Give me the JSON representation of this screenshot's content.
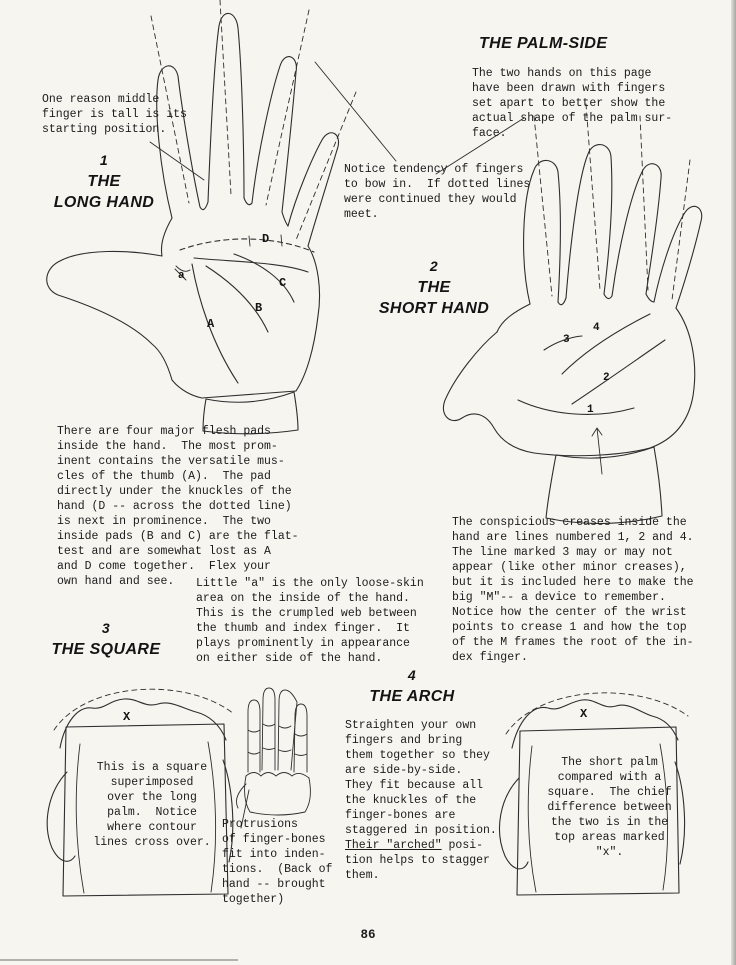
{
  "page": {
    "number": "86"
  },
  "headings": {
    "palm_side": "THE PALM-SIDE",
    "sec1_num": "1",
    "sec1_line1": "THE",
    "sec1_line2": "LONG HAND",
    "sec2_num": "2",
    "sec2_line1": "THE",
    "sec2_line2": "SHORT HAND",
    "sec3_num": "3",
    "sec3_title": "THE SQUARE",
    "sec4_num": "4",
    "sec4_title": "THE ARCH"
  },
  "notes": {
    "middle_finger": "One reason middle\nfinger is tall is its\nstarting position.",
    "bow_in": "Notice tendency of fingers\nto bow in.  If dotted lines\nwere continued they would\nmeet."
  },
  "paragraphs": {
    "palm_side_intro": "The two hands on this page\nhave been drawn with fingers\nset apart to better show the\nactual shape of the palm sur-\nface.",
    "flesh_pads": "There are four major flesh pads\ninside the hand.  The most prom-\ninent contains the versatile mus-\ncles of the thumb (A).  The pad\ndirectly under the knuckles of the\nhand (D -- across the dotted line)\nis next in prominence.  The two\ninside pads (B and C) are the flat-\ntest and are somewhat lost as A\nand D come together.  Flex your\nown hand and see.",
    "little_a": "Little \"a\" is the only loose-skin\narea on the inside of the hand.\nThis is the crumpled web between\nthe thumb and index finger.  It\nplays prominently in appearance\non either side of the hand.",
    "creases": "The conspicious creases inside the\nhand are lines numbered 1, 2 and 4.\nThe line marked 3 may or may not\nappear (like other minor creases),\nbut it is included here to make the\nbig \"M\"-- a device to remember.\nNotice how the center of the wrist\npoints to crease 1 and how the top\nof the M frames the root of the in-\ndex finger.",
    "square_note": "This is a square\nsuperimposed\nover the long\npalm.  Notice\nwhere contour\nlines cross over.",
    "protrusions": "Protrusions\nof finger-bones\nfit into inden-\ntions.  (Back of\nhand -- brought\ntogether)",
    "arch_pre": "Straighten your own\nfingers and bring\nthem together so they\nare side-by-side.\nThey fit because all\nthe knuckles of the\nfinger-bones are\nstaggered in position.\n",
    "arch_underline": "Their \"arched\"",
    "arch_post": " posi-\ntion helps to stagger\nthem.",
    "short_palm": "The short palm\ncompared with a\nsquare.  The chief\ndifference between\nthe two is in the\ntop areas marked\n\"x\"."
  },
  "labels": {
    "pad_a": "A",
    "pad_b": "B",
    "pad_c": "C",
    "pad_d": "D",
    "web_a": "a",
    "crease_1": "1",
    "crease_2": "2",
    "crease_3": "3",
    "crease_4": "4",
    "x_left": "X",
    "x_right": "X"
  }
}
